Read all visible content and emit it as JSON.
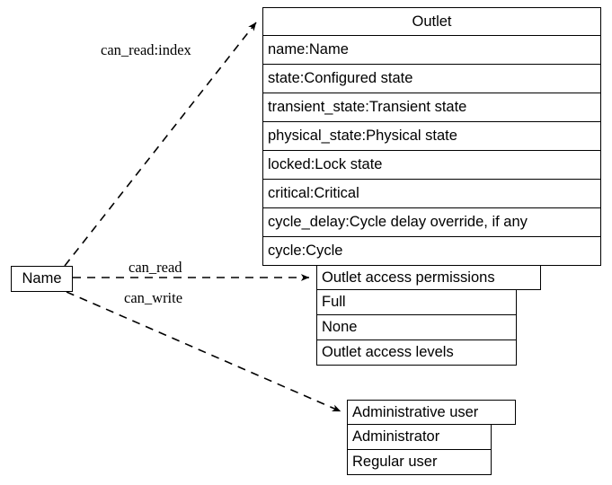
{
  "diagram": {
    "type": "entity-relationship-diagram",
    "background_color": "#ffffff",
    "line_color": "#000000",
    "source_node": {
      "label": "Name"
    },
    "entities": [
      {
        "id": "outlet",
        "header": "Outlet",
        "rows": [
          "name:Name",
          "state:Configured state",
          "transient_state:Transient state",
          "physical_state:Physical state",
          "locked:Lock state",
          "critical:Critical",
          "cycle_delay:Cycle delay override, if any",
          "cycle:Cycle"
        ]
      },
      {
        "id": "permissions",
        "header": "Outlet access permissions",
        "rows": [
          "Full",
          "None",
          "Outlet access levels"
        ]
      },
      {
        "id": "administrative-user",
        "header": "Administrative user",
        "rows": [
          "Administrator",
          "Regular user"
        ]
      }
    ],
    "edges": [
      {
        "id": "edge-can-read-index",
        "label": "can_read:index",
        "from": "Name",
        "to": "Outlet",
        "style": "dashed",
        "arrowhead": "open"
      },
      {
        "id": "edge-can-read",
        "label": "can_read",
        "from": "Name",
        "to": "Outlet access permissions",
        "style": "dashed",
        "arrowhead": "open"
      },
      {
        "id": "edge-can-write",
        "label": "can_write",
        "from": "Name",
        "to": "Administrative user",
        "style": "dashed",
        "arrowhead": "open"
      }
    ]
  }
}
